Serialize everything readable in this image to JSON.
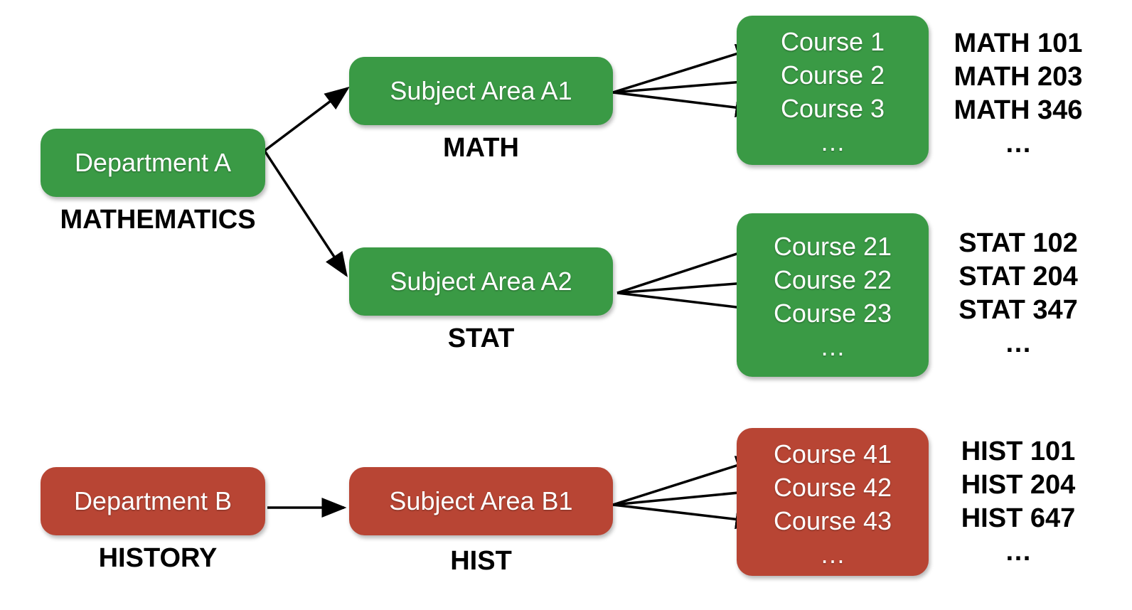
{
  "colors": {
    "green": "#3a9a45",
    "red": "#b84534",
    "arrow": "#000000"
  },
  "departments": [
    {
      "label": "Department A",
      "name": "MATHEMATICS",
      "color": "green"
    },
    {
      "label": "Department B",
      "name": "HISTORY",
      "color": "red"
    }
  ],
  "subject_areas": [
    {
      "label": "Subject Area A1",
      "code": "MATH",
      "color": "green",
      "courses": [
        "Course 1",
        "Course 2",
        "Course 3",
        "…"
      ],
      "course_codes": [
        "MATH 101",
        "MATH 203",
        "MATH 346",
        "…"
      ]
    },
    {
      "label": "Subject Area A2",
      "code": "STAT",
      "color": "green",
      "courses": [
        "Course 21",
        "Course 22",
        "Course 23",
        "…"
      ],
      "course_codes": [
        "STAT 102",
        "STAT 204",
        "STAT 347",
        "…"
      ]
    },
    {
      "label": "Subject Area B1",
      "code": "HIST",
      "color": "red",
      "courses": [
        "Course 41",
        "Course 42",
        "Course 43",
        "…"
      ],
      "course_codes": [
        "HIST 101",
        "HIST 204",
        "HIST 647",
        "…"
      ]
    }
  ]
}
